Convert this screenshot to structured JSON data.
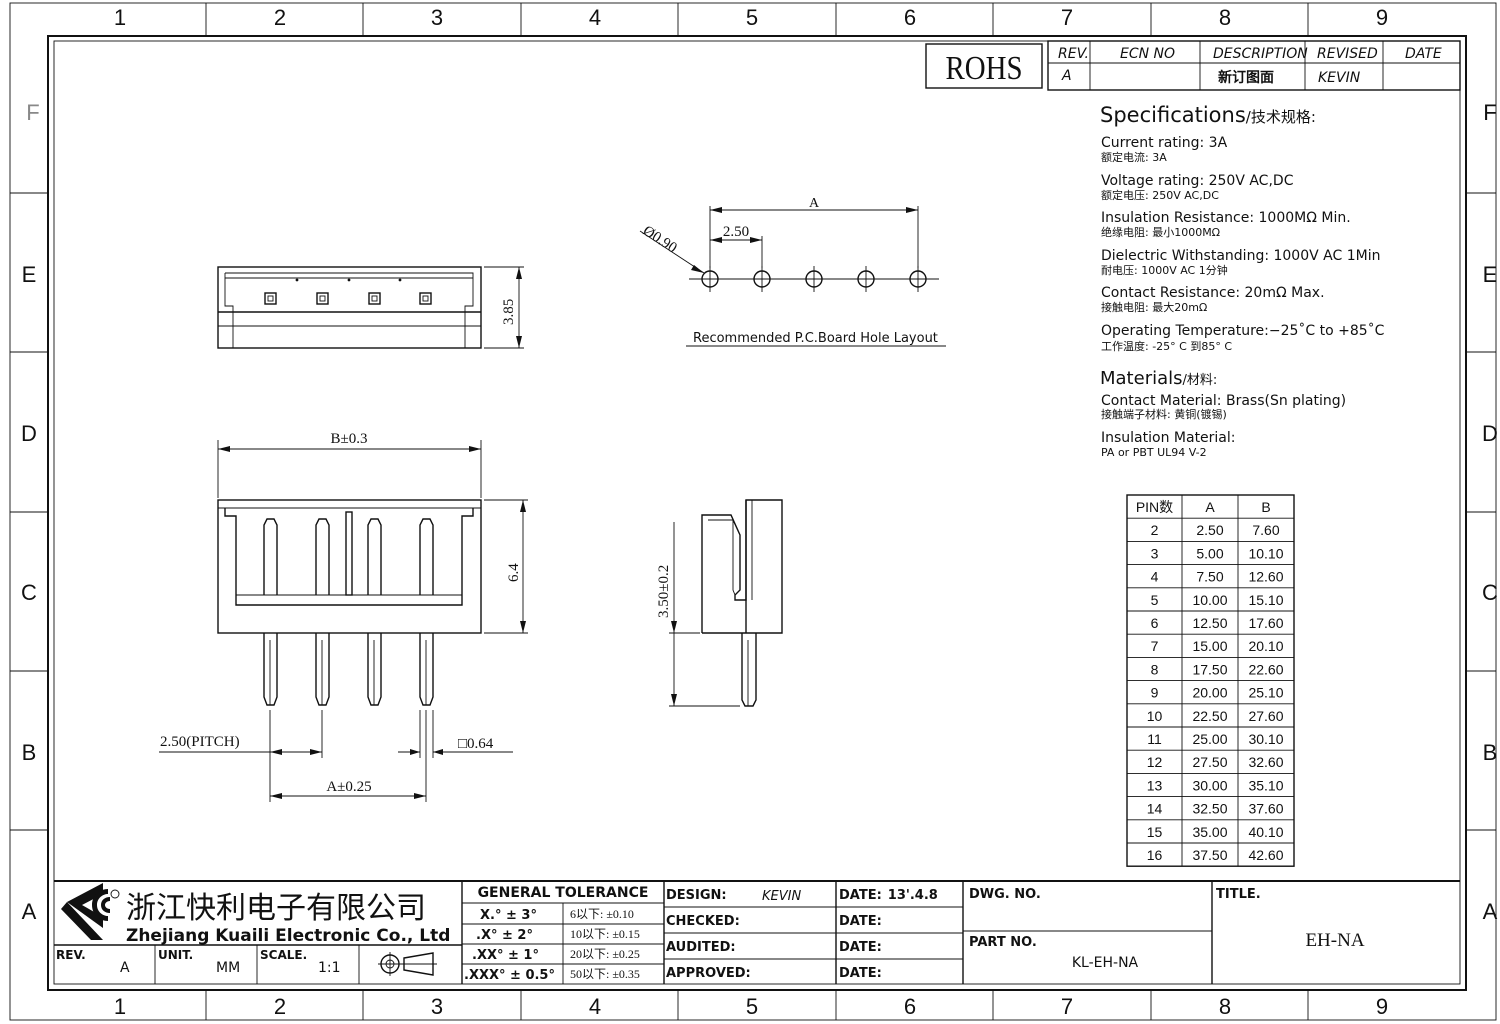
{
  "frame": {
    "columns": [
      "1",
      "2",
      "3",
      "4",
      "5",
      "6",
      "7",
      "8",
      "9"
    ],
    "rows": [
      "F",
      "E",
      "D",
      "C",
      "B",
      "A"
    ]
  },
  "rohs": "ROHS",
  "revision_table": {
    "headers": [
      "REV.",
      "ECN NO",
      "DESCRIPTION",
      "REVISED",
      "DATE"
    ],
    "row": [
      "A",
      "",
      "新订图面",
      "KEVIN",
      ""
    ]
  },
  "specs": {
    "title": "Specifications",
    "title_cn": "/技术规格:",
    "items": [
      {
        "en": "Current  rating:  3A",
        "cn": "额定电流: 3A"
      },
      {
        "en": "Voltage  rating:  250V  AC,DC",
        "cn": "额定电压: 250V AC,DC"
      },
      {
        "en": "Insulation  Resistance:  1000MΩ  Min.",
        "cn": "绝缘电阻: 最小1000MΩ"
      },
      {
        "en": "Dielectric  Withstanding:    1000V  AC    1Min",
        "cn": "耐电压: 1000V AC  1分钟"
      },
      {
        "en": "Contact  Resistance:    20mΩ  Max.",
        "cn": "接触电阻: 最大20mΩ"
      },
      {
        "en": "Operating  Temperature:−25˚C  to  +85˚C",
        "cn": "工作温度: -25° C 到85° C"
      }
    ],
    "materials_title": "Materials",
    "materials_title_cn": "/材料:",
    "materials": [
      {
        "en": "Contact  Material:  Brass(Sn  plating)",
        "cn": "接触端子材料: 黄铜(镀锡)"
      },
      {
        "en": "Insulation  Material:",
        "cn": "PA or PBT UL94 V-2"
      }
    ]
  },
  "pin_table": {
    "headers": [
      "PIN数",
      "A",
      "B"
    ],
    "rows": [
      [
        "2",
        "2.50",
        "7.60"
      ],
      [
        "3",
        "5.00",
        "10.10"
      ],
      [
        "4",
        "7.50",
        "12.60"
      ],
      [
        "5",
        "10.00",
        "15.10"
      ],
      [
        "6",
        "12.50",
        "17.60"
      ],
      [
        "7",
        "15.00",
        "20.10"
      ],
      [
        "8",
        "17.50",
        "22.60"
      ],
      [
        "9",
        "20.00",
        "25.10"
      ],
      [
        "10",
        "22.50",
        "27.60"
      ],
      [
        "11",
        "25.00",
        "30.10"
      ],
      [
        "12",
        "27.50",
        "32.60"
      ],
      [
        "13",
        "30.00",
        "35.10"
      ],
      [
        "14",
        "32.50",
        "37.60"
      ],
      [
        "15",
        "35.00",
        "40.10"
      ],
      [
        "16",
        "37.50",
        "42.60"
      ]
    ]
  },
  "dims": {
    "height_top": "3.85",
    "hole_dia": "Ø0.90",
    "hole_pitch": "2.50",
    "hole_span": "A",
    "pcb_label": "Recommended  P.C.Board Hole  Layout",
    "width_b": "B±0.3",
    "height_front": "6.4",
    "pitch": "2.50(PITCH)",
    "pin_size": "□0.64",
    "span_a": "A±0.25",
    "pin_len": "3.50±0.2"
  },
  "title_block": {
    "company_cn": "浙江快利电子有限公司",
    "company_en": "Zhejiang  Kuaili  Electronic  Co.,  Ltd",
    "rev_label": "REV.",
    "rev_value": "A",
    "unit_label": "UNIT.",
    "unit_value": "MM",
    "scale_label": "SCALE.",
    "scale_value": "1:1",
    "tolerance_title": "GENERAL  TOLERANCE",
    "tolerances": [
      {
        "fmt": "X.° ± 3°",
        "range": "6以下: ±0.10"
      },
      {
        "fmt": ".X° ± 2°",
        "range": "10以下: ±0.15"
      },
      {
        "fmt": ".XX° ± 1°",
        "range": "20以下: ±0.25"
      },
      {
        "fmt": ".XXX° ± 0.5°",
        "range": "50以下: ±0.35"
      }
    ],
    "design_label": "DESIGN:",
    "design_value": "KEVIN",
    "checked_label": "CHECKED:",
    "audited_label": "AUDITED:",
    "approved_label": "APPROVED:",
    "date_label": "DATE:",
    "date_value": "13'.4.8",
    "dwg_label": "DWG.  NO.",
    "part_label": "PART  NO.",
    "part_value": "KL-EH-NA",
    "title_label": "TITLE.",
    "title_value": "EH-NA"
  }
}
